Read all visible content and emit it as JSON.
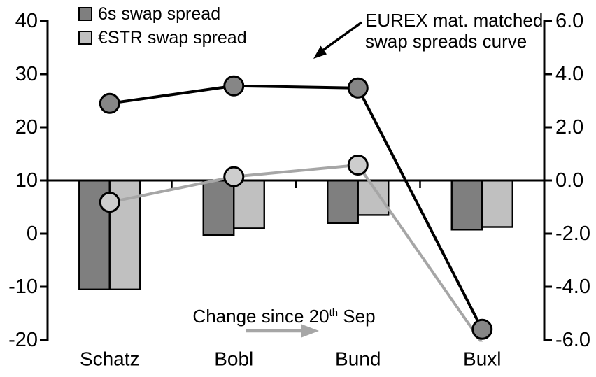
{
  "chart_data": {
    "type": "combo-bar-line",
    "title": "",
    "categories": [
      "Schatz",
      "Bobl",
      "Bund",
      "Buxl"
    ],
    "left_axis": {
      "ticks": [
        "40",
        "30",
        "20",
        "10",
        "0",
        "-10",
        "-20"
      ],
      "range": [
        -20,
        40
      ],
      "units_per_tick": 10
    },
    "right_axis": {
      "ticks": [
        "6.0",
        "4.0",
        "2.0",
        "0.0",
        "-2.0",
        "-4.0",
        "-6.0"
      ],
      "range": [
        -6,
        6
      ],
      "units_per_tick": 2
    },
    "bars_baseline": {
      "left_value": 10,
      "right_value": 0.0
    },
    "series": [
      {
        "name": "6s swap spread",
        "bar_fill": "#7f7f7f",
        "line_color": "#000000",
        "marker_fill": "#868686",
        "bar_change_since_20_sep_rhs": [
          -4.1,
          -2.05,
          -1.6,
          -1.85
        ],
        "line_level_lhs": [
          24.5,
          27.8,
          27.4,
          -18.0
        ]
      },
      {
        "name": "€STR swap spread",
        "bar_fill": "#c0c0c0",
        "line_color": "#a6a6a6",
        "marker_fill": "#cdcdcd",
        "bar_change_since_20_sep_rhs": [
          -4.1,
          -1.8,
          -1.3,
          -1.75
        ],
        "line_level_lhs": [
          5.9,
          10.7,
          12.9,
          -20.6
        ]
      }
    ],
    "legend": [
      {
        "label": "6s swap spread"
      },
      {
        "label": "€STR swap spread"
      }
    ],
    "annotations": {
      "eurex": {
        "line1": "EUREX mat. matched",
        "line2": "swap spreads curve"
      },
      "change": {
        "prefix": "Change since 20",
        "sup": "th",
        "suffix": " Sep"
      }
    },
    "colors": {
      "axis": "#000000",
      "gray_line": "#a6a6a6",
      "gray_arrow": "#a6a6a6",
      "black_arrow": "#000000"
    },
    "layout_hints": {
      "legend_position": "top-left",
      "grid": false,
      "bars_hang_from_zero_line": true,
      "estr_line_clipped_at_plot_bottom": true
    }
  }
}
